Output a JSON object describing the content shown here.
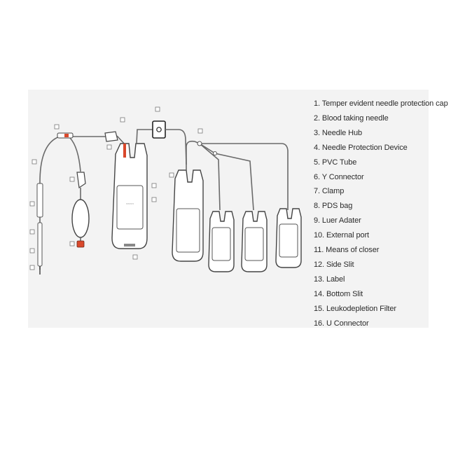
{
  "legend": {
    "items": [
      "1. Temper evident needle protection cap",
      "2. Blood taking needle",
      "3. Needle Hub",
      "4. Needle Protection Device",
      "5. PVC Tube",
      "6. Y Connector",
      "7. Clamp",
      "8. PDS bag",
      "9. Luer Adater",
      "10. External port",
      "11. Means of closer",
      "12. Side Slit",
      "13. Label",
      "14. Bottom Slit",
      "15. Leukodepletion Filter",
      "16. U Connector"
    ]
  },
  "colors": {
    "panel": "#f3f3f3",
    "tube": "#6a6a6a",
    "accent": "#d9482b"
  }
}
